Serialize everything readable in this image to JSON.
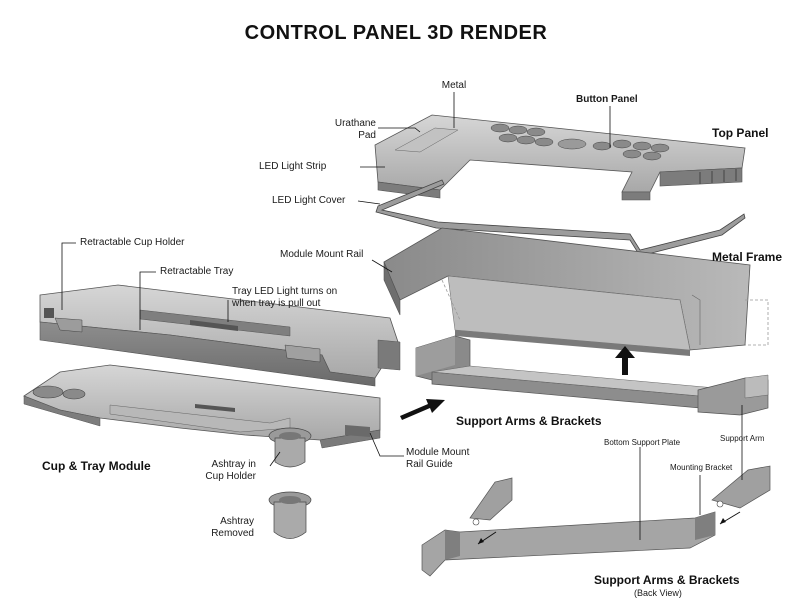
{
  "title": "CONTROL PANEL 3D RENDER",
  "labels": {
    "metal": "Metal",
    "button_panel": "Button Panel",
    "urathane_pad_1": "Urathane",
    "urathane_pad_2": "Pad",
    "top_panel": "Top Panel",
    "led_light_strip": "LED Light Strip",
    "led_light_cover": "LED Light Cover",
    "metal_frame": "Metal Frame",
    "module_mount_rail": "Module Mount Rail",
    "retractable_cup_holder": "Retractable Cup Holder",
    "retractable_tray": "Retractable Tray",
    "tray_led_1": "Tray LED Light turns on",
    "tray_led_2": "when tray is pull out",
    "support_arms_brackets": "Support Arms & Brackets",
    "bottom_support_plate": "Bottom Support Plate",
    "support_arm": "Support Arm",
    "mounting_bracket": "Mounting Bracket",
    "module_mount_rail_guide_1": "Module Mount",
    "module_mount_rail_guide_2": "Rail Guide",
    "cup_tray_module": "Cup & Tray Module",
    "ashtray_in_cup_holder_1": "Ashtray in",
    "ashtray_in_cup_holder_2": "Cup Holder",
    "ashtray_removed_1": "Ashtray",
    "ashtray_removed_2": "Removed",
    "support_arms_back_view": "Support Arms & Brackets",
    "back_view": "(Back View)"
  }
}
